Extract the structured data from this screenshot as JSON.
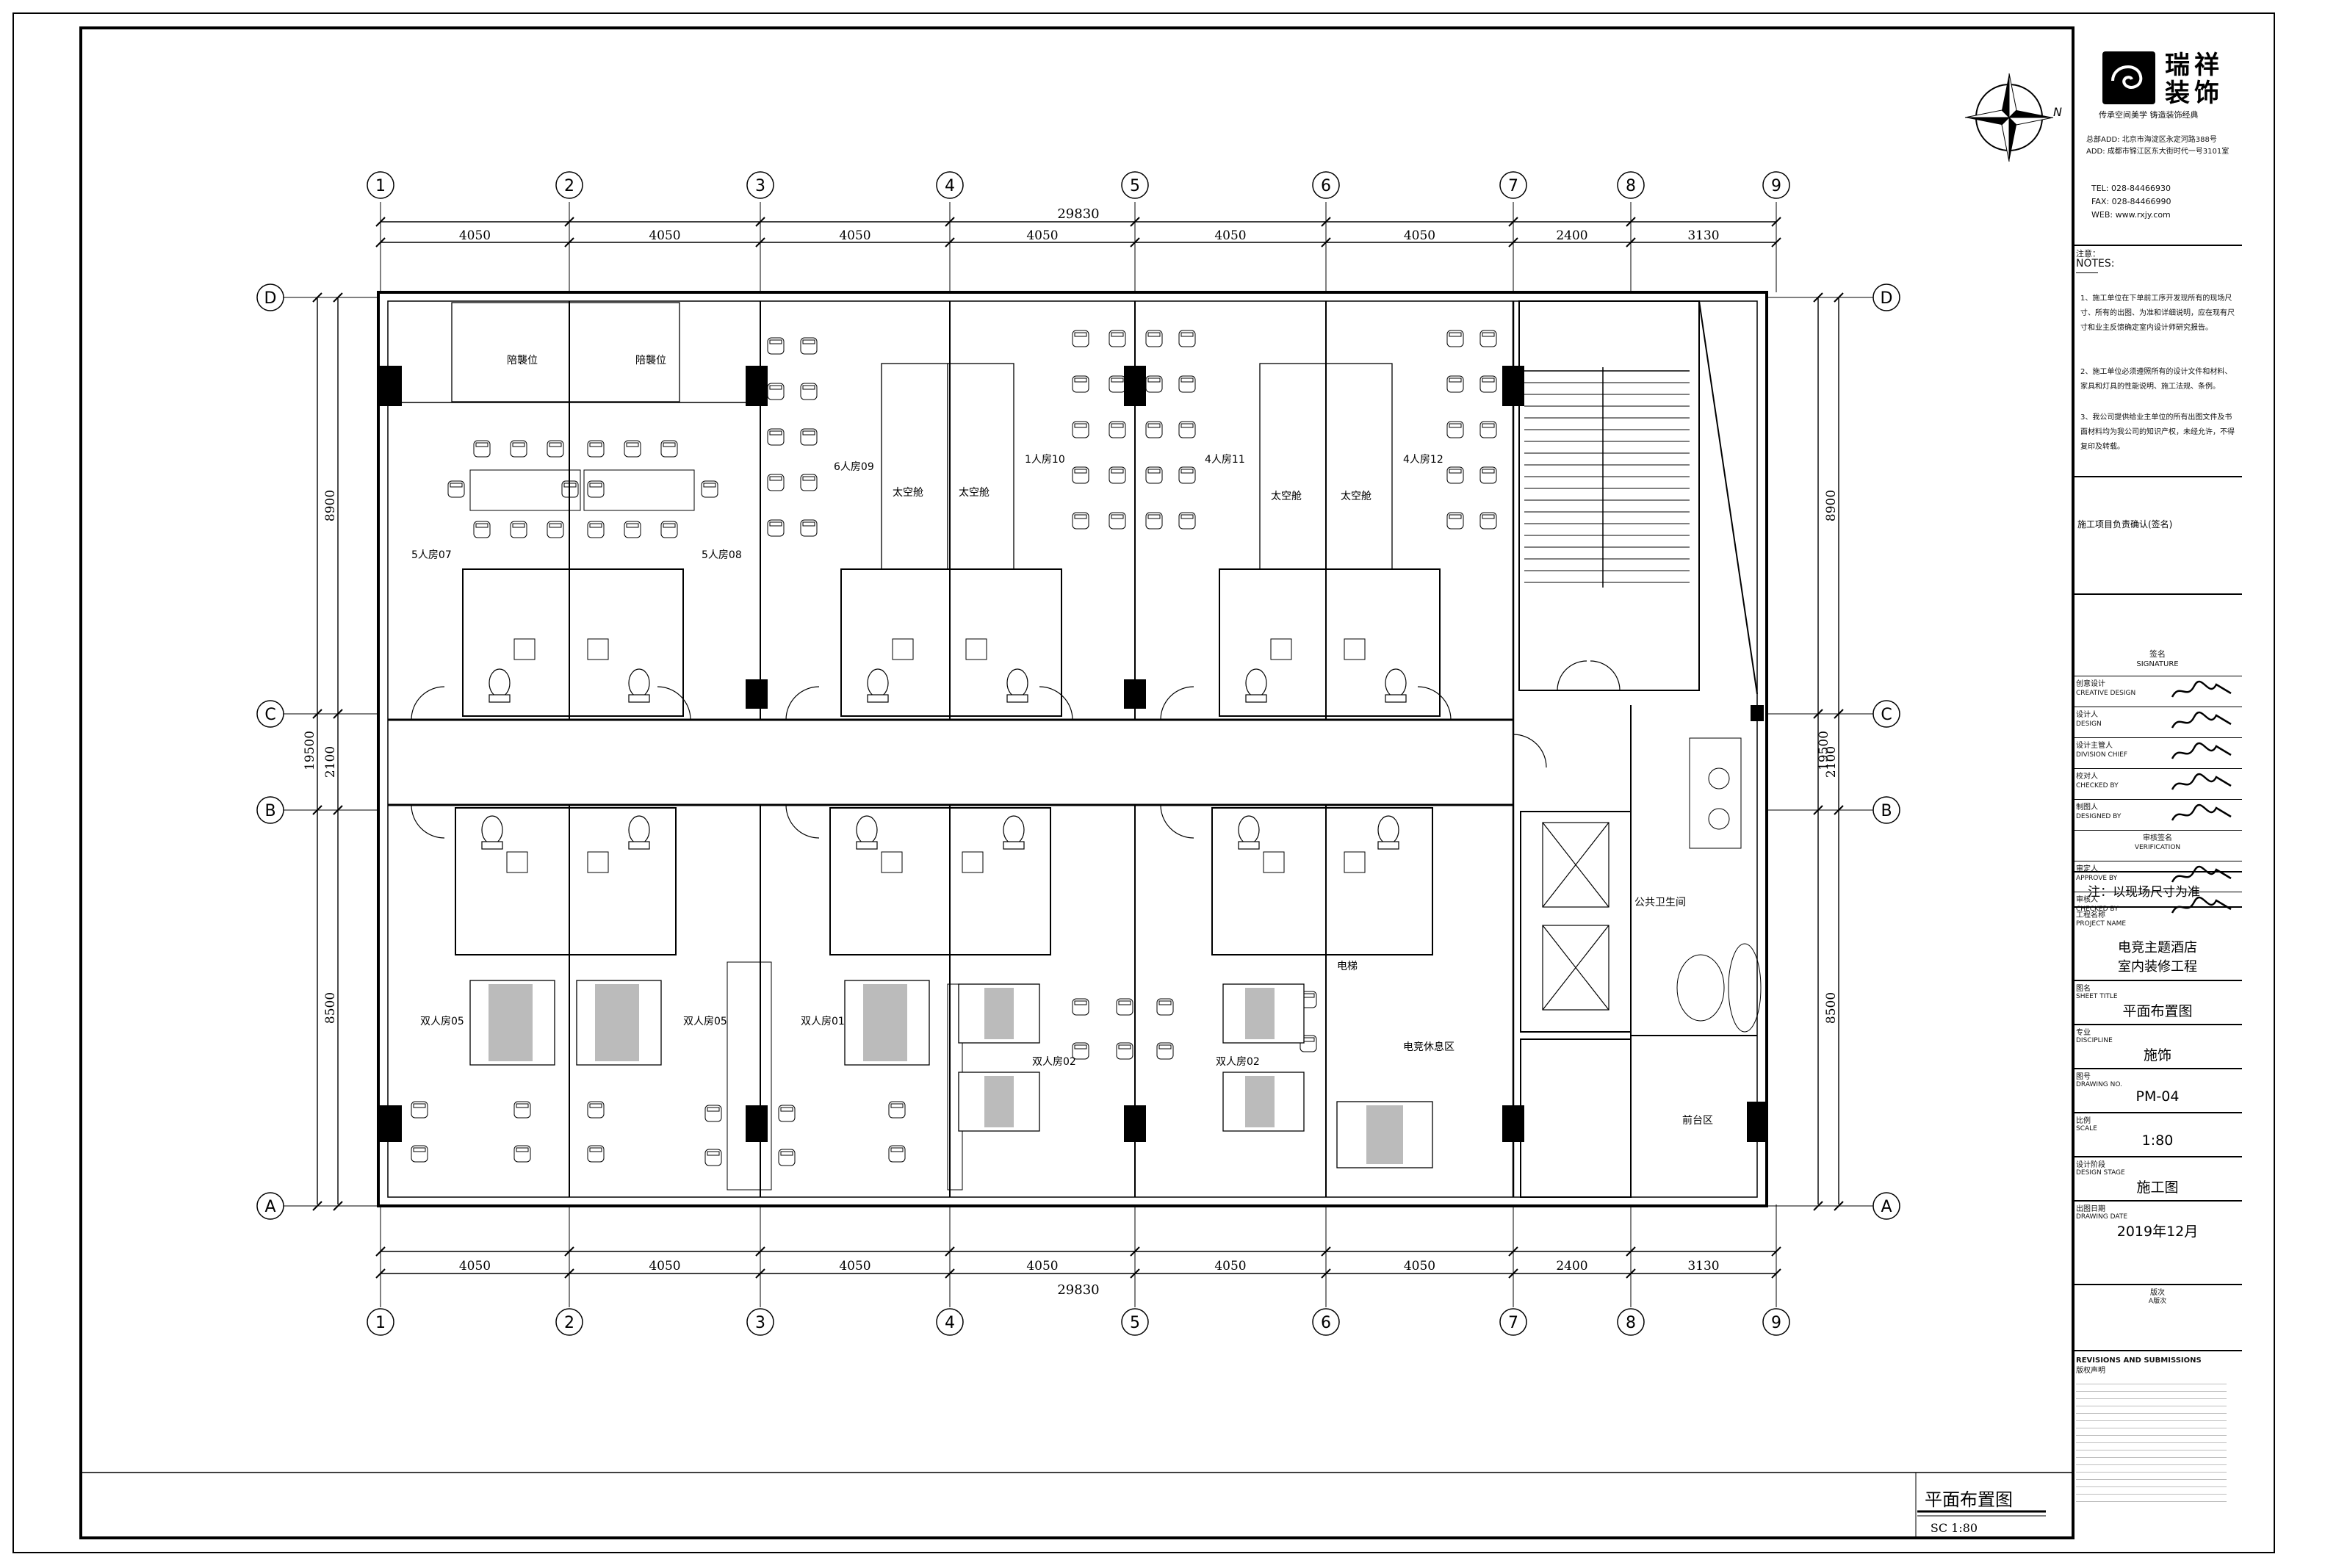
{
  "drawing": {
    "grid_cols": [
      "1",
      "2",
      "3",
      "4",
      "5",
      "6",
      "7",
      "8",
      "9"
    ],
    "grid_rows": [
      "A",
      "B",
      "C",
      "D"
    ],
    "top_dims": [
      "4050",
      "4050",
      "4050",
      "4050",
      "4050",
      "4050",
      "2400",
      "3130"
    ],
    "bottom_dims": [
      "4050",
      "4050",
      "4050",
      "4050",
      "4050",
      "4050",
      "2400",
      "3130"
    ],
    "total_dim": "29830",
    "left_dims": [
      "8900",
      "2100",
      "8500"
    ],
    "right_dims": [
      "8900",
      "2100",
      "8500"
    ],
    "overall_height": "19500",
    "plan_title": "平面布置图",
    "plan_scale": "SC  1:80",
    "north_mark": "N"
  },
  "rooms": {
    "shared_top": [
      "陪襲位",
      "陪襲位"
    ],
    "room7": "5人房07",
    "room8": "5人房08",
    "room9": "6人房09",
    "room10": "1人房10",
    "room11": "4人房11",
    "room12": "4人房12",
    "sleep": [
      "太空舱",
      "太空舱",
      "太空舱",
      "太空舱"
    ],
    "double05a": "双人房05",
    "double05b": "双人房05",
    "double01": "双人房01",
    "double02a": "双人房02",
    "double02b": "双人房02",
    "elevator": "电梯",
    "lounge": "电竞休息区",
    "public_wc": "公共卫生间",
    "front_desk": "前台区"
  },
  "titleblock": {
    "company": [
      "瑞",
      "祥",
      "装",
      "饰"
    ],
    "slogan": "传承空间美学  铸造装饰经典",
    "addr1": "总部ADD: 北京市海淀区永定河路388号",
    "addr2": "ADD: 成都市锦江区东大街时代一号3101室",
    "tel": "TEL: 028-84466930",
    "fax": "FAX: 028-84466990",
    "web": "WEB: www.rxjy.com",
    "notes_cn": "注意：",
    "notes_en": "NOTES:",
    "notes": [
      "1、施工单位在下单前工序开发现所有的现场尺寸、所有的出图、为准和详细说明，应在现有尺寸和业主反馈确定室内设计师研究报告。",
      "2、施工单位必须遵照所有的设计文件和材料、家具和灯具的性能说明、施工法规、条例。",
      "3、我公司提供给业主单位的所有出图文件及书面材料均为我公司的知识产权，未经允许，不得复印及转载。"
    ],
    "confirm": "施工项目负责确认(签名)",
    "sign_cn": "签名",
    "sign_en": "SIGNATURE",
    "creative_design_cn": "创意设计",
    "creative_design_en": "CREATIVE DESIGN",
    "design_cn": "设计人",
    "design_en": "DESIGN",
    "division_chief_cn": "设计主管人",
    "division_chief_en": "DIVISION CHIEF",
    "checked_cn": "校对人",
    "checked_en": "CHECKED BY",
    "designed_cn": "制图人",
    "designed_en": "DESIGNED BY",
    "verify_cn": "审核签名",
    "verify_en": "VERIFICATION",
    "approve_cn": "审定人",
    "approve_en": "APPROVE BY",
    "checker_cn": "审核人",
    "checker_en": "CHECKED BY",
    "site_note": "注：以现场尺寸为准",
    "project_cap_cn": "工程名称",
    "project_cap_en": "PROJECT NAME",
    "project_name1": "电竞主题酒店",
    "project_name2": "室内装修工程",
    "sheet_cap_cn": "图名",
    "sheet_cap_en": "SHEET TITLE",
    "sheet_title": "平面布置图",
    "disc_cap_cn": "专业",
    "disc_cap_en": "DISCIPLINE",
    "discipline": "施饰",
    "dwg_cap_cn": "图号",
    "dwg_cap_en": "DRAWING NO.",
    "drawing_no": "PM-04",
    "scale_cap_cn": "比例",
    "scale_cap_en": "SCALE",
    "scale": "1:80",
    "stage_cap_cn": "设计阶段",
    "stage_cap_en": "DESIGN STAGE",
    "stage": "施工图",
    "date_cap_cn": "出图日期",
    "date_cap_en": "DRAWING DATE",
    "date": "2019年12月",
    "ver_cn": "版次",
    "ver_en": "A版次",
    "revisions_en": "REVISIONS AND SUBMISSIONS",
    "revisions_cn": "版权声明"
  }
}
